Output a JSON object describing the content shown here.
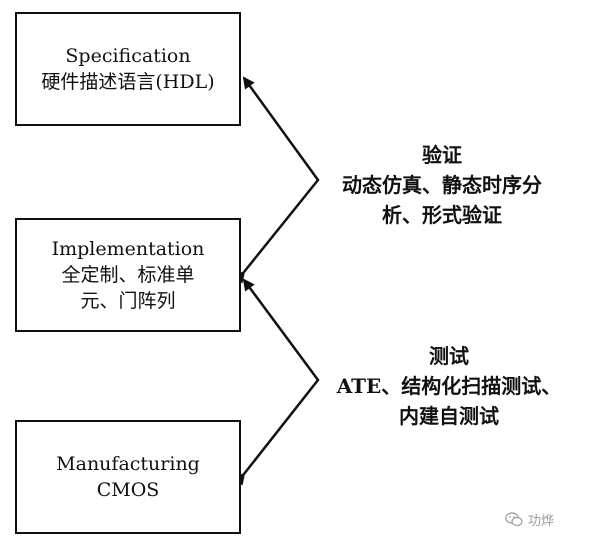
{
  "boxes": {
    "specification": {
      "line1": "Specification",
      "line2": "硬件描述语言(HDL)"
    },
    "implementation": {
      "line1": "Implementation",
      "line2": "全定制、标准单",
      "line3": "元、门阵列"
    },
    "manufacturing": {
      "line1": "Manufacturing",
      "line2": "CMOS"
    }
  },
  "labels": {
    "verify": {
      "title": "验证",
      "line1": "动态仿真、静态时序分",
      "line2": "析、形式验证"
    },
    "test": {
      "title": "测试",
      "line1": "ATE、结构化扫描测试、",
      "line2": "内建自测试"
    }
  },
  "watermark": {
    "icon": "wechat-icon",
    "text": "功烨"
  },
  "colors": {
    "ink": "#111111",
    "watermark": "#9a9a9a"
  }
}
